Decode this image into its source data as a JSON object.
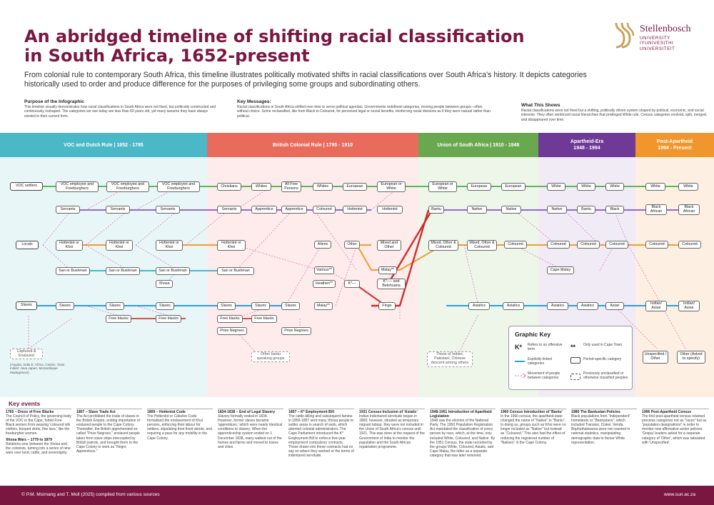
{
  "title": "An abridged timeline of shifting racial classification in South Africa, 1652-present",
  "subtitle": "From colonial rule to contemporary South Africa, this timeline illustrates politically motivated shifts in racial classifications over South Africa's history. It depicts categories historically used to order and produce difference for the purposes of privileging some groups and subordinating others.",
  "logo": {
    "name": "Stellenbosch",
    "lines": [
      "UNIVERSITY",
      "IYUNIVESITHI",
      "UNIVERSITEIT"
    ]
  },
  "intro": {
    "purpose": {
      "heading": "Purpose of the Infographic",
      "text": "This timeline visually demonstrates how racial classifications in South Africa were not fixed, but politically constructed and continuously reshaped. The categories we see today are less than 60 years old, yet many assume they have always existed in their current form."
    },
    "messages": {
      "heading": "Key Messages:",
      "text": "Racial classifications in South Africa shifted over time to serve political agendas. Governments redefined categories, moving people between groups—often without choice. Some reclassified, like from Black to Coloured, for perceived legal or social benefits, reinforcing racial divisions as if they were natural rather than political."
    },
    "shows": {
      "heading": "What This Shows",
      "text": "Racial classifications were not fixed but a shifting, politically driven system shaped by political, economic, and social interests. They often reinforced racial hierarchies that privileged White rule. Census categories evolved, split, merged, and disappeared over time."
    }
  },
  "periods": [
    {
      "label": "VOC and Dutch Rule  |  1652 - 1795",
      "color": "#4bb8c8",
      "bg": "#e9f6f8"
    },
    {
      "label": "British Colonial Rule  |  1795 - 1910",
      "color": "#e86b5b",
      "bg": "#fdeceb"
    },
    {
      "label": "Union of South Africa  |  1910 - 1948",
      "color": "#6aa84f",
      "bg": "#eef6ea"
    },
    {
      "label": "Apartheid-Era\n1948 - 1994",
      "color": "#6e3a96",
      "bg": "#f1ebf6"
    },
    {
      "label": "Post-Apartheid\n1994 - Present",
      "color": "#f0962d",
      "bg": "#fdf0e2"
    }
  ],
  "nodes": [
    "VOC settlers",
    "VOC employee and Freeburghers",
    "VOC employee and Freeburghers",
    "VOC employee and Freeburghers",
    "Servants",
    "Servants",
    "Servants",
    "Locals",
    "Hottentot or Khoi",
    "Hottentot or Khoi",
    "Hottentot or Khoi",
    "San or Bushman",
    "San or Bushman",
    "San or Bushman",
    "Xhosa",
    "Slaves",
    "Slaves",
    "Slaves",
    "Slaves",
    "Free blacks",
    "Free blacks",
    "Christians",
    "Whites",
    "All Free Persons",
    "Whites",
    "European",
    "European or White",
    "Servants",
    "Apprentice",
    "Apprentice",
    "Coloured",
    "Hottentot",
    "Hottentot",
    "Hottentot or Khoi",
    "Aliens",
    "Other",
    "Mixed and Other",
    "San or Bushman",
    "Various**",
    "Malay**",
    "Heathen**",
    "K*---",
    "K*---- and Betshuana",
    "Slaves",
    "Slaves",
    "Slaves",
    "Malay**",
    "Fingo",
    "Free blacks",
    "Free blacks",
    "Prize Negroes",
    "Prize Negroes",
    "Other bantu speaking groups",
    "European or White",
    "European",
    "European",
    "Bantu",
    "Native",
    "Native",
    "Mixed, Other & Coloured",
    "Mixed, Other & Coloured",
    "Coloured",
    "Asiatics",
    "Asiatics",
    "White",
    "White",
    "White",
    "Native",
    "Bantu",
    "Black",
    "Coloured",
    "Coloured",
    "Coloured",
    "Cape Malay",
    "Asiatics",
    "Asiatics",
    "Asian",
    "White",
    "White",
    "Black African",
    "Black African",
    "Coloured",
    "Coloured",
    "Indian/ Asian",
    "Indian/ Asian",
    "Unspecified / Other",
    "Other (Asked to specify)",
    "Captured & Enslaved",
    "Those of Indian, Pakistani, Chinese descent among others"
  ],
  "captured_note": "(Angola, India E. Africa, Ceylon, 'East Indies' Java Japan, Mozambique Madagascar)",
  "key": {
    "title": "Graphic Key",
    "k_sym": "K*",
    "k_text": "Refers to an offensive term",
    "star_sym": "**",
    "star_text": "Only used in Cape Town",
    "line_text": "Explicitly linked categories",
    "period_text": "Period-specific category",
    "move_text": "Movement of people between categories",
    "prev_text": "Previously unclassified or otherwise classified peoples"
  },
  "events_heading": "Key events",
  "events": [
    {
      "title": "1765 – Dress of Free Blacks",
      "text": "The Council of Policy, the governing body of the VOC in the Cape, forbid Free Black women from wearing 'coloured silk clothes, hooped skirts, fine lace,' like the freeburgher women.",
      "title2": "Xhosa Wars – 1779 to 1879",
      "text2": "Relations sour between the Xhosa and the colonists, turning into a series of nine wars over land, cattle, and sovereignty."
    },
    {
      "title": "1807 – Slave Trade Act",
      "text": "The Act prohibited the trade of slaves in the British Empire, ending importation of enslaved people to the Cape Colony. Thereafter, the British apprehended so-called \"Prize Negroes,\" enslaved people taken from slave ships intercepted by British patrols, and brought them to the Cape Colony to work as \"Negro Apprentices.\""
    },
    {
      "title": "1809 – Hottentot Code",
      "text": "The Hottentot or Caledon Code formalized the enslavement of Khoi persons, enforcing their labour for settlers, stipulating their fixed abode, and requiring a pass for any mobility in the Cape Colony."
    },
    {
      "title": "1834-1838 – End of Legal Slavery",
      "text": "Slavery formally ended in 1834. However, former slaves became 'apprentices,' which were nearly identical conditions to slavery. When the apprenticeship system ended on 1 December 1838, many walked out of the homes and farms and moved to towns and cities."
    },
    {
      "title": "1857 – K* Employment Bill",
      "text": "The cattle-killing and subsequent famine in 1856-1857 sent many Xhosa people to settler areas in search of work, which alarmed colonial administrators. The Cape Parliament introduced the K* Employment Bill to enforce five-year employment compulsory contracts. Those drawn into these contracts had no say on where they worked or the terms of indentured servitude."
    },
    {
      "title": "1931 Census Inclusion of 'Asiatic'",
      "text": "Indian indentured servitude began in 1860; however, situated as temporary migrant labour, they were not included in the Union of South Africa's census until 1921. This was done at the request of the Government of India to monitor the population and the South African repatriation programme."
    },
    {
      "title": "1948-1951 Introduction of Apartheid Legislation",
      "text": "1948 saw the election of the National Party. The 1950 Population Registration Act mandated the classification of every person by race, which, at the time, only included White, Coloured, and Native. By the 1951 Census, the state recorded by the groups White, Coloured, Asiatic, and Cape Malay, the latter as a separate category that was later removed."
    },
    {
      "title": "1960 Census Introduction of 'Bantu'",
      "text": "In the 1960 census, the apartheid-state changed the name of \"Native\" to \"Bantu\". In doing so, groups such as Khoi were no longer included as \"Native\" but instead as \"Coloured.\" This also had the effect of reducing the registered number of \"Natives\" in the Cape Colony."
    },
    {
      "title": "1980 The Bantustan Policies",
      "text": "Black populations from \"independent\" homelands or \"Bantustans\", which included Transkei, Ciskei, Venda, Bophuthatswana were not counted in national statistics, manipulating demographic data to favour White representation."
    },
    {
      "title": "1996 Post-Apartheid Census",
      "text": "The first post-apartheid census retained previous categories not as \"races\" but as \"population designations\" in order to monitor new affirmative action policies. 'Griqua' leaders asked for a separate category of 'Other', which was tabulated with 'Unspecified'."
    }
  ],
  "footer": {
    "credit": "© P.M. Msimang and T. Moll (2025) compiled from various sources",
    "url": "www.sun.ac.za"
  }
}
